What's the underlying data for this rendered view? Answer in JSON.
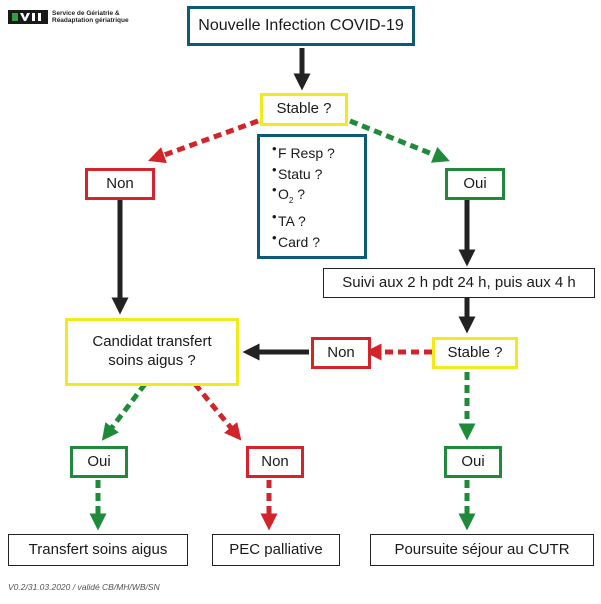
{
  "logo": {
    "mark": "CHUV",
    "line1": "Service de Gériatrie &",
    "line2": "Réadaptation gériatrique"
  },
  "nodes": {
    "start": "Nouvelle Infection COVID-19",
    "stable1": "Stable ?",
    "non1": "Non",
    "oui1": "Oui",
    "suivi": "Suivi aux 2 h pdt 24 h, puis aux 4 h",
    "candidat_line1": "Candidat transfert",
    "candidat_line2": "soins aigus ?",
    "non2": "Non",
    "stable2": "Stable ?",
    "oui_left": "Oui",
    "non_mid": "Non",
    "oui_right": "Oui",
    "transfert": "Transfert soins aigus",
    "pec": "PEC palliative",
    "poursuite": "Poursuite séjour au CUTR"
  },
  "checklist": {
    "f_resp": "F Resp ?",
    "statu": "Statu ?",
    "o2_base": "O",
    "o2_sub": "2",
    "o2_tail": " ?",
    "ta": "TA ?",
    "card": "Card ?"
  },
  "colors": {
    "blue_border": "#0c5a75",
    "yellow_border": "#f2ea1a",
    "red": "#d3242c",
    "green": "#1f8a3a",
    "black": "#222222"
  },
  "footer": "V0.2/31.03.2020 / validé CB/MH/WB/SN"
}
